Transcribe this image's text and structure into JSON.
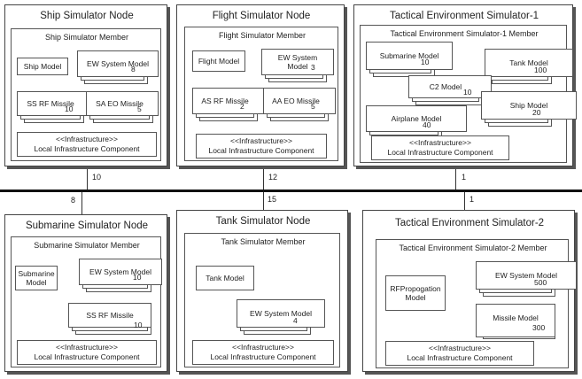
{
  "nodes": {
    "ship": {
      "title": "Ship Simulator Node",
      "member": "Ship Simulator Member",
      "ship_model": "Ship Model",
      "ew": {
        "label": "EW System Model",
        "count": "8"
      },
      "ssrf": {
        "label": "SS RF Missile",
        "count": "10"
      },
      "saeo": {
        "label": "SA EO Missile",
        "count": "5"
      },
      "infra_stereo": "<<Infrastructure>>",
      "infra_name": "Local Infrastructure Component"
    },
    "flight": {
      "title": "Flight Simulator Node",
      "member": "Flight Simulator Member",
      "flight_model": "Flight Model",
      "ew": {
        "label": "EW System Model",
        "count": "3"
      },
      "asrf": {
        "label": "AS RF Missile",
        "count": "2"
      },
      "aaeo": {
        "label": "AA EO Missile",
        "count": "5"
      },
      "infra_stereo": "<<Infrastructure>>",
      "infra_name": "Local Infrastructure Component"
    },
    "tactical1": {
      "title": "Tactical Environment Simulator-1",
      "member": "Tactical Environment Simulator-1 Member",
      "submarine": {
        "label": "Submarine Model",
        "count": "10"
      },
      "tank": {
        "label": "Tank Model",
        "count": "100"
      },
      "c2": {
        "label": "C2 Model",
        "count": "10"
      },
      "airplane": {
        "label": "Airplane Model",
        "count": "40"
      },
      "ship": {
        "label": "Ship Model",
        "count": "20"
      },
      "infra_stereo": "<<Infrastructure>>",
      "infra_name": "Local Infrastructure Component"
    },
    "submarine": {
      "title": "Submarine Simulator Node",
      "member": "Submarine Simulator Member",
      "sub_model": "Submarine Model",
      "ew": {
        "label": "EW System Model",
        "count": "10"
      },
      "ssrf": {
        "label": "SS RF Missile",
        "count": "10"
      },
      "infra_stereo": "<<Infrastructure>>",
      "infra_name": "Local Infrastructure Component"
    },
    "tank": {
      "title": "Tank Simulator Node",
      "member": "Tank Simulator Member",
      "tank_model": "Tank Model",
      "ew": {
        "label": "EW System Model",
        "count": "4"
      },
      "infra_stereo": "<<Infrastructure>>",
      "infra_name": "Local Infrastructure Component"
    },
    "tactical2": {
      "title": "Tactical Environment Simulator-2",
      "member": "Tactical Environment Simulator-2 Member",
      "rf_prop": "RFPropogation Model",
      "ew": {
        "label": "EW System Model",
        "count": "500"
      },
      "missile": {
        "label": "Missile Model",
        "count": "300"
      },
      "infra_stereo": "<<Infrastructure>>",
      "infra_name": "Local Infrastructure Component"
    }
  },
  "connections": {
    "ship_top": "10",
    "flight_top": "12",
    "tactical1_top": "1",
    "submarine_bottom": "8",
    "tank_bottom": "15",
    "tactical2_bottom": "1"
  }
}
